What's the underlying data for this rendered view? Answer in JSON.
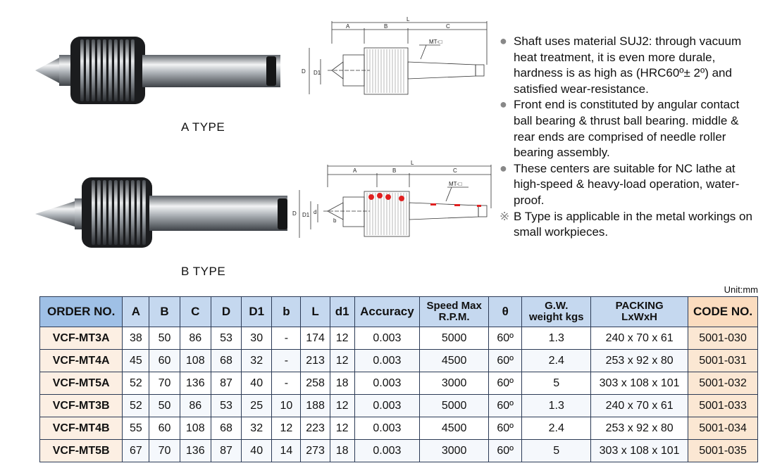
{
  "labels": {
    "type_a": "A TYPE",
    "type_b": "B TYPE"
  },
  "drawing_labels": {
    "A": "A",
    "B": "B",
    "C": "C",
    "L": "L",
    "D": "D",
    "D1": "D1",
    "d": "d",
    "b": "b",
    "mt": "MT-□"
  },
  "features": [
    {
      "bullet": "●",
      "text": "Shaft uses material SUJ2:  through vacuum heat treatment, it is even more durale, hardness is as high as (HRC60º± 2º)  and satisfied wear-resistance."
    },
    {
      "bullet": "●",
      "text": "Front end is constituted by angular contact ball bearing & thrust ball bearing. middle & rear ends are comprised of needle roller bearing assembly."
    },
    {
      "bullet": "●",
      "text": "These centers are suitable for NC lathe at high-speed & heavy-load operation, water-proof."
    },
    {
      "bullet": "※",
      "text": "B Type is applicable in the metal workings on small workpieces."
    }
  ],
  "unit": "Unit:mm",
  "table": {
    "headers": {
      "order": "ORDER NO.",
      "A": "A",
      "B": "B",
      "C": "C",
      "D": "D",
      "D1": "D1",
      "b": "b",
      "L": "L",
      "d1": "d1",
      "accuracy": "Accuracy",
      "speed_1": "Speed Max",
      "speed_2": "R.P.M.",
      "theta": "θ",
      "gw_1": "G.W.",
      "gw_2": "weight kgs",
      "packing_1": "PACKING",
      "packing_2": "LxWxH",
      "code": "CODE NO."
    },
    "rows": [
      {
        "order": "VCF-MT3A",
        "A": "38",
        "B": "50",
        "C": "86",
        "D": "53",
        "D1": "30",
        "b": "-",
        "L": "174",
        "d1": "12",
        "accuracy": "0.003",
        "speed": "5000",
        "theta": "60º",
        "gw": "1.3",
        "packing": "240 x 70 x 61",
        "code": "5001-030"
      },
      {
        "order": "VCF-MT4A",
        "A": "45",
        "B": "60",
        "C": "108",
        "D": "68",
        "D1": "32",
        "b": "-",
        "L": "213",
        "d1": "12",
        "accuracy": "0.003",
        "speed": "4500",
        "theta": "60º",
        "gw": "2.4",
        "packing": "253 x 92 x 80",
        "code": "5001-031"
      },
      {
        "order": "VCF-MT5A",
        "A": "52",
        "B": "70",
        "C": "136",
        "D": "87",
        "D1": "40",
        "b": "-",
        "L": "258",
        "d1": "18",
        "accuracy": "0.003",
        "speed": "3000",
        "theta": "60º",
        "gw": "5",
        "packing": "303 x 108 x 101",
        "code": "5001-032"
      },
      {
        "order": "VCF-MT3B",
        "A": "52",
        "B": "50",
        "C": "86",
        "D": "53",
        "D1": "25",
        "b": "10",
        "L": "188",
        "d1": "12",
        "accuracy": "0.003",
        "speed": "5000",
        "theta": "60º",
        "gw": "1.3",
        "packing": "240 x 70 x 61",
        "code": "5001-033"
      },
      {
        "order": "VCF-MT4B",
        "A": "55",
        "B": "60",
        "C": "108",
        "D": "68",
        "D1": "32",
        "b": "12",
        "L": "223",
        "d1": "12",
        "accuracy": "0.003",
        "speed": "4500",
        "theta": "60º",
        "gw": "2.4",
        "packing": "253 x 92 x 80",
        "code": "5001-034"
      },
      {
        "order": "VCF-MT5B",
        "A": "67",
        "B": "70",
        "C": "136",
        "D": "87",
        "D1": "40",
        "b": "14",
        "L": "273",
        "d1": "18",
        "accuracy": "0.003",
        "speed": "3000",
        "theta": "60º",
        "gw": "5",
        "packing": "303 x 108 x 101",
        "code": "5001-035"
      }
    ]
  },
  "colors": {
    "header_bg": "#c5d8ef",
    "order_bg": "#fcefe3",
    "code_bg": "#fbe7d3",
    "border": "#2b3a55"
  }
}
